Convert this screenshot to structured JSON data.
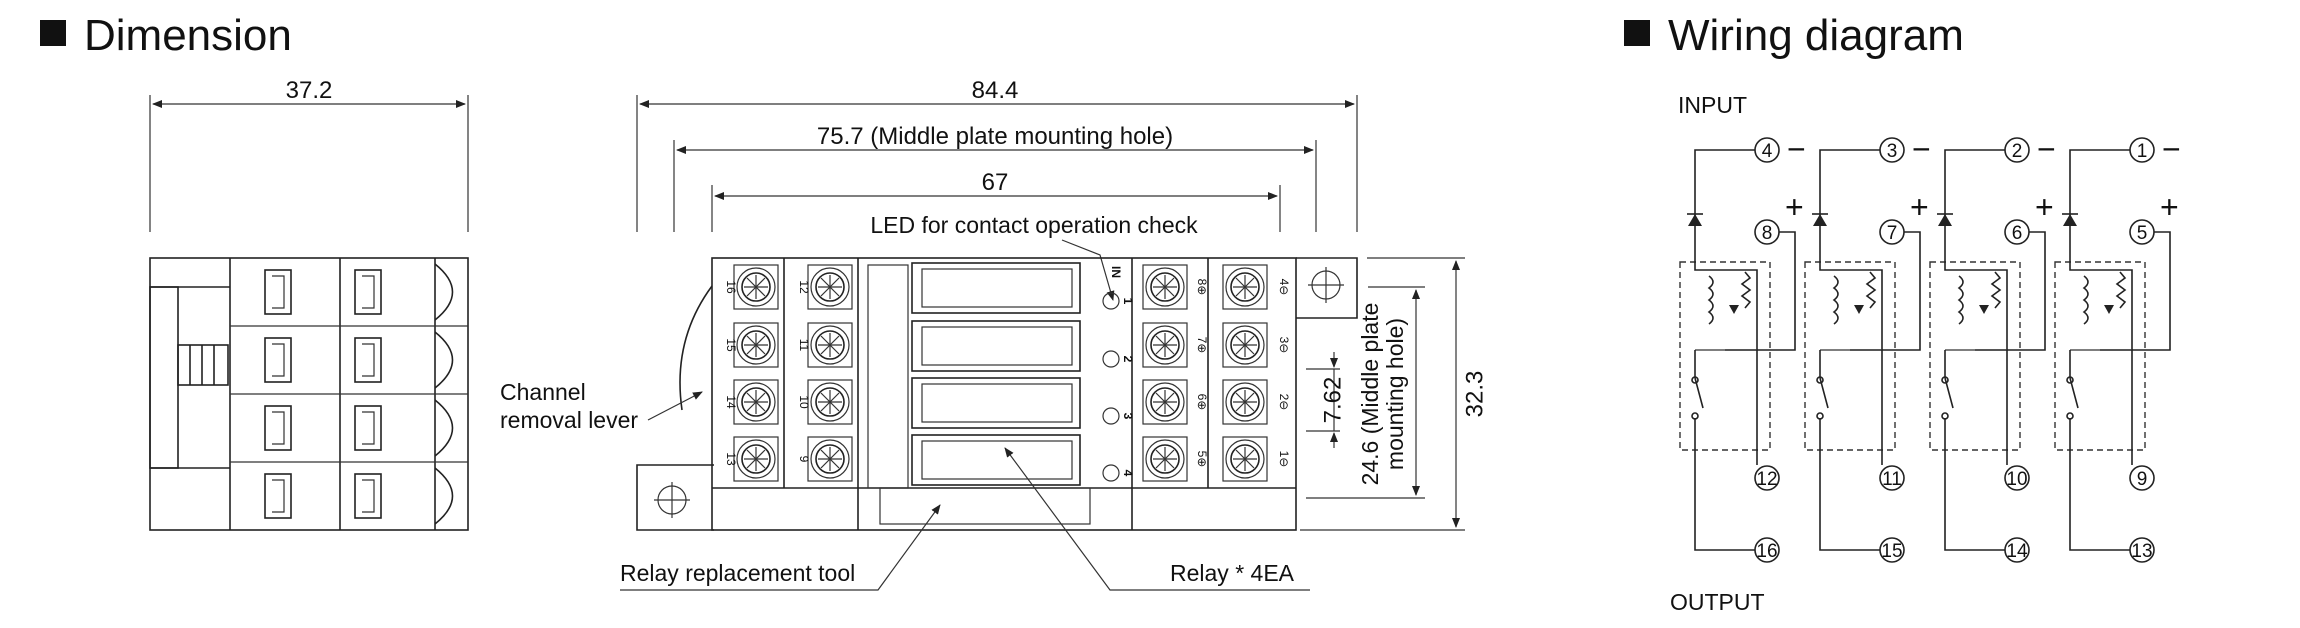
{
  "headers": {
    "dimension": "Dimension",
    "wiring": "Wiring diagram"
  },
  "dimensions": {
    "side_width": "37.2",
    "total_length": "84.4",
    "middle_hole": "75.7 (Middle plate mounting hole)",
    "inner": "67",
    "led_note": "LED for contact operation check",
    "height": "32.3",
    "pitch": "7.62",
    "mid_height_line1": "24.6 (Middle plate",
    "mid_height_line2": "mounting hole)"
  },
  "callouts": {
    "lever_line1": "Channel",
    "lever_line2": "removal lever",
    "tool": "Relay replacement tool",
    "relay": "Relay * 4EA"
  },
  "front_labels": {
    "in": "IN",
    "channels": [
      "1",
      "2",
      "3",
      "4"
    ],
    "left_terms": [
      "16",
      "15",
      "14",
      "13"
    ],
    "left_inner_terms": [
      "12",
      "11",
      "10",
      "9"
    ],
    "right_terms": [
      "8⊕",
      "7⊕",
      "6⊕",
      "5⊕"
    ],
    "right_outer_terms": [
      "4⊖",
      "3⊖",
      "2⊖",
      "1⊖"
    ]
  },
  "wiring": {
    "input_label": "INPUT",
    "output_label": "OUTPUT",
    "minus": "−",
    "plus": "+",
    "channels": [
      {
        "neg": "4",
        "pos": "8",
        "out_top": "12",
        "out_bottom": "16"
      },
      {
        "neg": "3",
        "pos": "7",
        "out_top": "11",
        "out_bottom": "15"
      },
      {
        "neg": "2",
        "pos": "6",
        "out_top": "10",
        "out_bottom": "14"
      },
      {
        "neg": "1",
        "pos": "5",
        "out_top": "9",
        "out_bottom": "13"
      }
    ]
  }
}
